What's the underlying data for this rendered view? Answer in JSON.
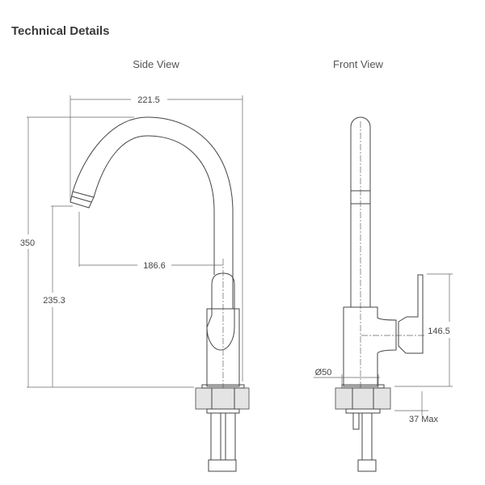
{
  "header": {
    "title": "Technical Details"
  },
  "side_view": {
    "label": "Side View",
    "dimensions": {
      "overall_reach": "221.5",
      "overall_height": "350",
      "spout_height": "235.3",
      "spout_reach": "186.6"
    }
  },
  "front_view": {
    "label": "Front View",
    "dimensions": {
      "handle_height": "146.5",
      "base_diameter": "Ø50",
      "max_deck_thickness": "37 Max"
    }
  }
}
